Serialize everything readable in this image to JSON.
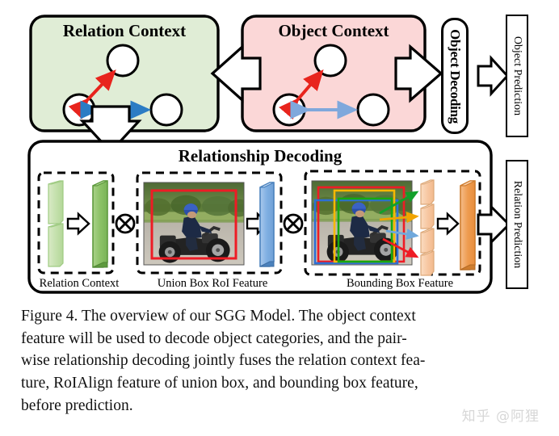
{
  "figure": {
    "number": "Figure 4.",
    "caption_lines": [
      "Figure 4. The overview of our SGG Model.  The object context",
      "feature will be used to decode object categories, and the pair-",
      "wise relationship decoding jointly fuses the relation context fea-",
      "ture, RoIAlign feature of union box, and bounding box feature,",
      "before prediction."
    ],
    "caption_full": "Figure 4. The overview of our SGG Model. The object context feature will be used to decode object categories, and the pairwise relationship decoding jointly fuses the relation context feature, RoIAlign feature of union box, and bounding box feature, before prediction."
  },
  "watermark": {
    "text": "知乎 @阿狸"
  },
  "panels": {
    "relation_context": {
      "title": "Relation Context",
      "fill": "#E0EDD6",
      "stroke": "#000000"
    },
    "object_context": {
      "title": "Object Context",
      "fill": "#FBD7D7",
      "stroke": "#000000"
    },
    "relationship_decoding": {
      "title": "Relationship Decoding",
      "fill": "#FFFFFF",
      "stroke": "#000000"
    }
  },
  "stages": {
    "object_decoding": {
      "label": "Object Decoding"
    },
    "object_prediction": {
      "label": "Object Prediction"
    },
    "relation_prediction": {
      "label": "Relation Prediction"
    }
  },
  "feature_groups": [
    {
      "caption": "Relation Context",
      "kind": "bars",
      "input_color": "#CBE3B4",
      "output_color": "#8FC46B",
      "input_count": 2,
      "output_count": 1
    },
    {
      "caption": "Union Box RoI Feature",
      "kind": "image-to-bar",
      "bar_color": "#7FAEE0",
      "box_colors": [
        "#EE1C25"
      ]
    },
    {
      "caption": "Bounding Box Feature",
      "kind": "image-to-bars",
      "bar_color": "#F6C9A2",
      "output_color": "#EE9A4D",
      "box_colors": [
        "#EE1C25",
        "#F5B800",
        "#2D6FD4",
        "#17A810"
      ],
      "arrow_colors": [
        "#12A02A",
        "#F0A400",
        "#6FA8DC",
        "#EE1C25"
      ],
      "block_count": 4
    }
  ],
  "operators": {
    "tensor_product": "⊗",
    "count": 2
  },
  "graph_nodes": {
    "node_count_per_panel": 3,
    "edge_colors": {
      "diagonal": "#E8241D",
      "horizontal": "#2B7CC4",
      "horizontal_light": "#7FA8DC"
    }
  },
  "colors": {
    "green_panel": "#E0EDD6",
    "pink_panel": "#FBD7D7",
    "outline": "#000000",
    "arrow_fill": "#FFFFFF",
    "watermark": "#D7D7D7"
  }
}
